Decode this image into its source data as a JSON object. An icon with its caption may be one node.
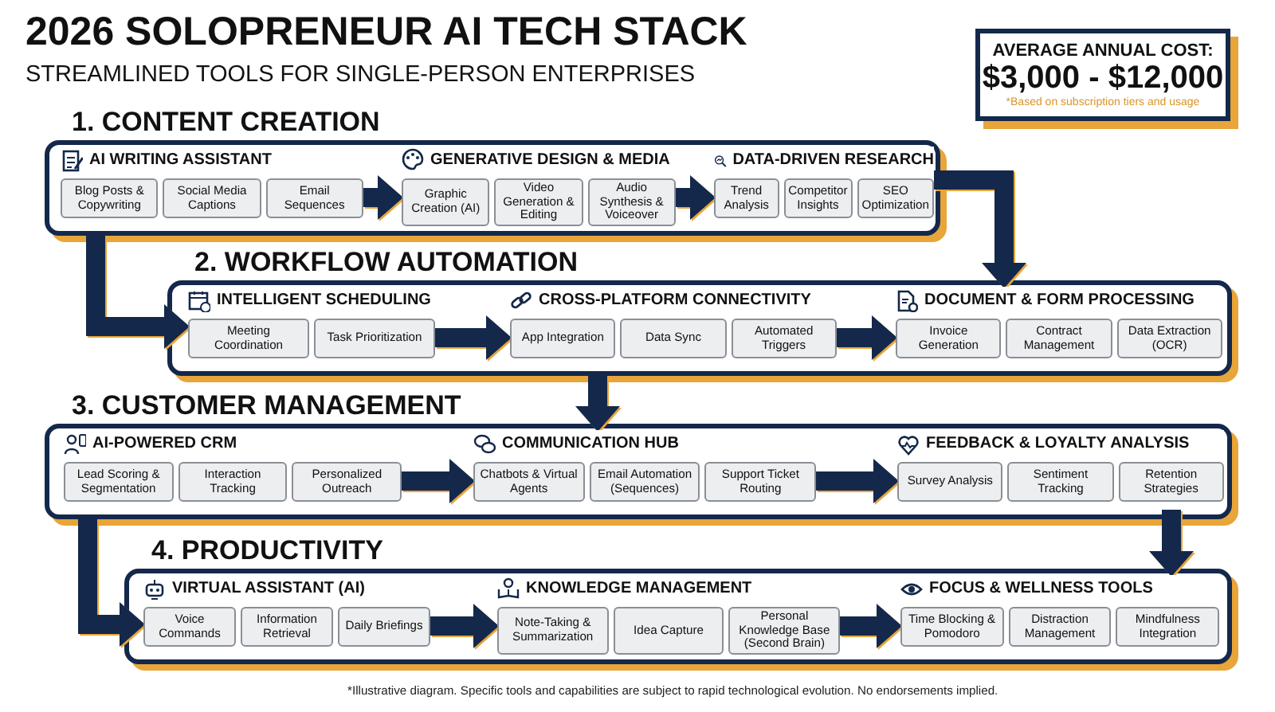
{
  "diagram": {
    "title": "2026 SOLOPRENEUR AI TECH STACK",
    "caption": "*Illustrative diagram. Specific tools and capabilities are subject to rapid technological evolution. No endorsements implied.",
    "labels": [
      "STREAMLINED TOOLS FOR SINGLE-PERSON ENTERPRISES"
    ],
    "nodes": [
      {
        "text": [
          "1. CONTENT CREATION"
        ]
      },
      {
        "text": [
          "AI WRITING ASSISTANT"
        ],
        "in": 0
      },
      {
        "text": [
          "Blog Posts & Copywriting"
        ],
        "in": 1
      },
      {
        "text": [
          "Social Media Captions"
        ],
        "in": 1
      },
      {
        "text": [
          "Email Sequences"
        ],
        "in": 1
      },
      {
        "text": [
          "GENERATIVE DESIGN & MEDIA"
        ],
        "in": 0
      },
      {
        "text": [
          "Graphic Creation (AI)"
        ],
        "in": 5
      },
      {
        "text": [
          "Video Generation & Editing"
        ],
        "in": 5
      },
      {
        "text": [
          "Audio Synthesis & Voiceover"
        ],
        "in": 5
      },
      {
        "text": [
          "DATA-DRIVEN RESEARCH"
        ],
        "in": 0
      },
      {
        "text": [
          "Trend Analysis"
        ],
        "in": 9
      },
      {
        "text": [
          "Competitor Insights"
        ],
        "in": 9
      },
      {
        "text": [
          "SEO Optimization"
        ],
        "in": 9
      },
      {
        "text": [
          "2. WORKFLOW AUTOMATION"
        ]
      },
      {
        "text": [
          "INTELLIGENT SCHEDULING"
        ],
        "in": 13
      },
      {
        "text": [
          "Meeting Coordination"
        ],
        "in": 14
      },
      {
        "text": [
          "Task Prioritization"
        ],
        "in": 14
      },
      {
        "text": [
          "CROSS-PLATFORM CONNECTIVITY"
        ],
        "in": 13
      },
      {
        "text": [
          "App Integration"
        ],
        "in": 17
      },
      {
        "text": [
          "Data Sync"
        ],
        "in": 17
      },
      {
        "text": [
          "Automated Triggers"
        ],
        "in": 17
      },
      {
        "text": [
          "DOCUMENT & FORM PROCESSING"
        ],
        "in": 13
      },
      {
        "text": [
          "Invoice Generation"
        ],
        "in": 21
      },
      {
        "text": [
          "Contract Management"
        ],
        "in": 21
      },
      {
        "text": [
          "Data Extraction (OCR)"
        ],
        "in": 21
      },
      {
        "text": [
          "3. CUSTOMER MANAGEMENT"
        ]
      },
      {
        "text": [
          "AI-POWERED CRM"
        ],
        "in": 25
      },
      {
        "text": [
          "Lead Scoring & Segmentation"
        ],
        "in": 26
      },
      {
        "text": [
          "Interaction Tracking"
        ],
        "in": 26
      },
      {
        "text": [
          "Personalized Outreach"
        ],
        "in": 26
      },
      {
        "text": [
          "COMMUNICATION HUB"
        ],
        "in": 25
      },
      {
        "text": [
          "Chatbots & Virtual Agents"
        ],
        "in": 30
      },
      {
        "text": [
          "Email Automation (Sequences)"
        ],
        "in": 30
      },
      {
        "text": [
          "Support Ticket Routing"
        ],
        "in": 30
      },
      {
        "text": [
          "FEEDBACK & LOYALTY ANALYSIS"
        ],
        "in": 25
      },
      {
        "text": [
          "Survey Analysis"
        ],
        "in": 34
      },
      {
        "text": [
          "Sentiment Tracking"
        ],
        "in": 34
      },
      {
        "text": [
          "Retention Strategies"
        ],
        "in": 34
      },
      {
        "text": [
          "4. PRODUCTIVITY"
        ]
      },
      {
        "text": [
          "VIRTUAL ASSISTANT (AI)"
        ],
        "in": 38
      },
      {
        "text": [
          "Voice Commands"
        ],
        "in": 39
      },
      {
        "text": [
          "Information Retrieval"
        ],
        "in": 39
      },
      {
        "text": [
          "Daily Briefings"
        ],
        "in": 39
      },
      {
        "text": [
          "KNOWLEDGE MANAGEMENT"
        ],
        "in": 38
      },
      {
        "text": [
          "Note-Taking & Summarization"
        ],
        "in": 43
      },
      {
        "text": [
          "Idea Capture"
        ],
        "in": 43
      },
      {
        "text": [
          "Personal Knowledge Base (Second Brain)"
        ],
        "in": 43
      },
      {
        "text": [
          "FOCUS & WELLNESS TOOLS"
        ],
        "in": 38
      },
      {
        "text": [
          "Time Blocking & Pomodoro"
        ],
        "in": 47
      },
      {
        "text": [
          "Distraction Management"
        ],
        "in": 47
      },
      {
        "text": [
          "Mindfulness Integration"
        ],
        "in": 47
      },
      {
        "text": [
          "AVERAGE ANNUAL COST:",
          "$3,000 - $12,000",
          "*Based on subscription tiers and usage"
        ]
      }
    ],
    "edges": [
      {
        "from": 1,
        "to": 5,
        "arrow": "to"
      },
      {
        "from": 5,
        "to": 9,
        "arrow": "to"
      },
      {
        "from": 0,
        "to": 14,
        "arrow": "to"
      },
      {
        "from": 9,
        "to": 21,
        "arrow": "to"
      },
      {
        "from": 14,
        "to": 17,
        "arrow": "to"
      },
      {
        "from": 17,
        "to": 21,
        "arrow": "to"
      },
      {
        "from": 13,
        "to": 30,
        "arrow": "to"
      },
      {
        "from": 26,
        "to": 30,
        "arrow": "to"
      },
      {
        "from": 30,
        "to": 34,
        "arrow": "to"
      },
      {
        "from": 25,
        "to": 39,
        "arrow": "to"
      },
      {
        "from": 34,
        "to": 47,
        "arrow": "to"
      },
      {
        "from": 39,
        "to": 43,
        "arrow": "to"
      },
      {
        "from": 43,
        "to": 47,
        "arrow": "to"
      }
    ]
  }
}
